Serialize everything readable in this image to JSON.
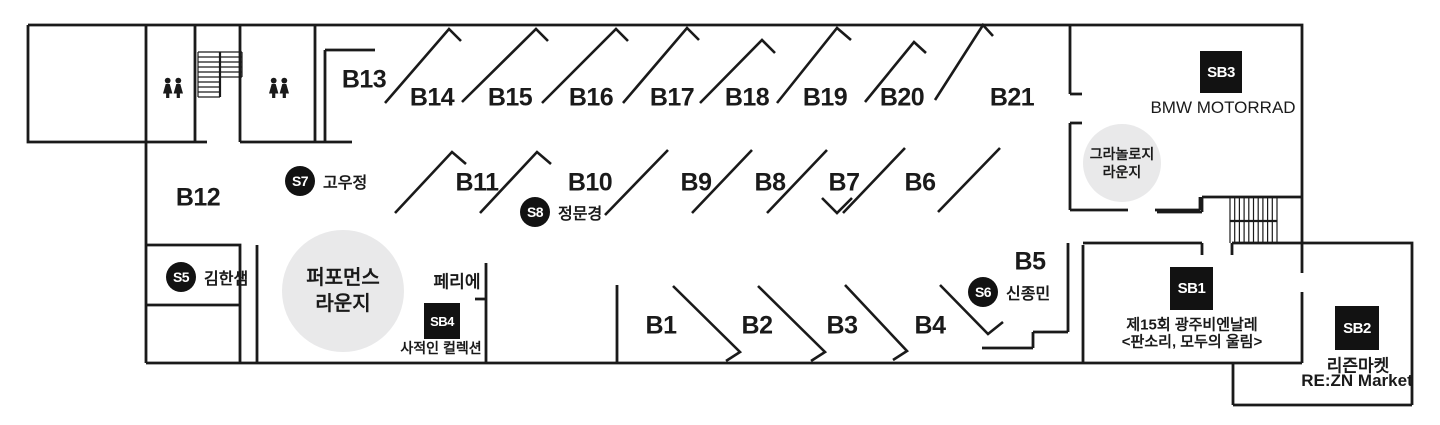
{
  "colors": {
    "ink": "#1a1a1a",
    "lounge_fill": "#e9e9ea",
    "badge_fill": "#121212",
    "badge_text": "#ffffff",
    "background": "#ffffff"
  },
  "floorplan": {
    "booths": {
      "b1": "B1",
      "b2": "B2",
      "b3": "B3",
      "b4": "B4",
      "b5": "B5",
      "b6": "B6",
      "b7": "B7",
      "b8": "B8",
      "b9": "B9",
      "b10": "B10",
      "b11": "B11",
      "b12": "B12",
      "b13": "B13",
      "b14": "B14",
      "b15": "B15",
      "b16": "B16",
      "b17": "B17",
      "b18": "B18",
      "b19": "B19",
      "b20": "B20",
      "b21": "B21"
    },
    "spots": {
      "s5": {
        "code": "S5",
        "name": "김한샘"
      },
      "s6": {
        "code": "S6",
        "name": "신종민"
      },
      "s7": {
        "code": "S7",
        "name": "고우정"
      },
      "s8": {
        "code": "S8",
        "name": "정문경"
      }
    },
    "sponsors": {
      "sb1": {
        "code": "SB1",
        "caption_line1": "제15회 광주비엔날레",
        "caption_line2": "<판소리, 모두의 울림>"
      },
      "sb2": {
        "code": "SB2",
        "caption_line1": "리즌마켓",
        "caption_line2": "RE:ZN Market"
      },
      "sb3": {
        "code": "SB3",
        "caption": "BMW MOTORRAD"
      },
      "sb4": {
        "code": "SB4",
        "caption": "사적인 컬렉션"
      }
    },
    "labels": {
      "perrier": "페리에"
    },
    "lounges": {
      "performance": {
        "line1": "퍼포먼스",
        "line2": "라운지"
      },
      "granology": {
        "line1": "그라놀로지",
        "line2": "라운지"
      }
    },
    "icons": {
      "restroom": "restroom-person-icon",
      "staircase_left": "staircase-hatch",
      "staircase_right": "staircase-hatch"
    }
  }
}
